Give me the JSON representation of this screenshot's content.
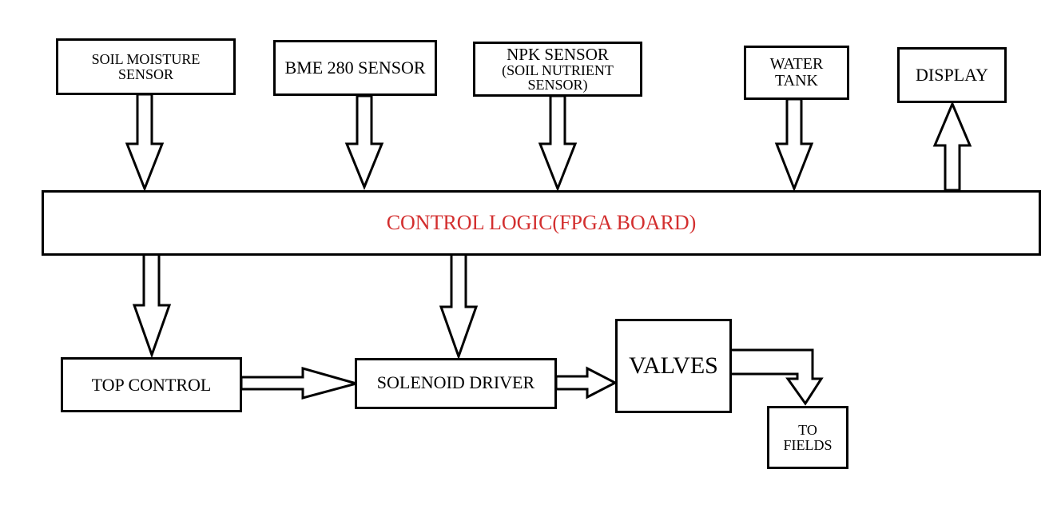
{
  "blocks": {
    "soil_moisture": {
      "line1": "SOIL MOISTURE",
      "line2": "SENSOR"
    },
    "bme280": {
      "label": "BME 280 SENSOR"
    },
    "npk": {
      "line1": "NPK SENSOR",
      "line2": "(SOIL NUTRIENT",
      "line3": "SENSOR)"
    },
    "water_tank": {
      "line1": "WATER",
      "line2": "TANK"
    },
    "display": {
      "label": "DISPLAY"
    },
    "control_logic": {
      "label": "CONTROL LOGIC(FPGA BOARD)"
    },
    "top_control": {
      "label": "TOP CONTROL"
    },
    "solenoid_driver": {
      "label": "SOLENOID DRIVER"
    },
    "valves": {
      "label": "VALVES"
    },
    "to_fields": {
      "line1": "TO",
      "line2": "FIELDS"
    }
  },
  "colors": {
    "control_logic_text": "#d32f2f",
    "stroke": "#000000"
  }
}
